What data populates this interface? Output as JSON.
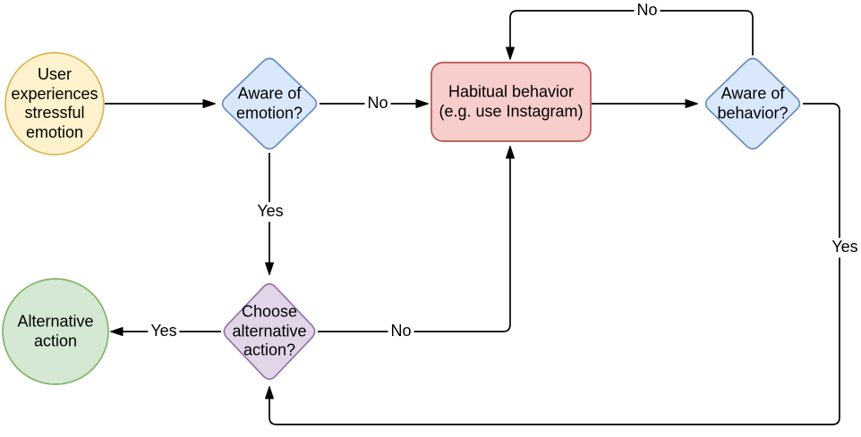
{
  "diagram": {
    "background": "#FFFFFF",
    "edge_color": "#000000",
    "nodes": [
      {
        "id": "stressful-emotion",
        "shape": "ellipse",
        "label": "User experiences stressful emotion",
        "fill": "#FFF2CC",
        "stroke": "#D6B656"
      },
      {
        "id": "aware-of-emotion",
        "shape": "diamond",
        "label": "Aware of emotion?",
        "fill": "#DAE8FC",
        "stroke": "#6C8EBF"
      },
      {
        "id": "habitual-behavior",
        "shape": "rounded-rectangle",
        "label": "Habitual behavior (e.g. use Instagram)",
        "fill": "#F8CECC",
        "stroke": "#B85450"
      },
      {
        "id": "aware-of-behavior",
        "shape": "diamond",
        "label": "Aware of behavior?",
        "fill": "#DAE8FC",
        "stroke": "#6C8EBF"
      },
      {
        "id": "choose-alternative",
        "shape": "diamond",
        "label": "Choose alternative action?",
        "fill": "#E1D5E7",
        "stroke": "#9673A6"
      },
      {
        "id": "alternative-action",
        "shape": "ellipse",
        "label": "Alternative action",
        "fill": "#D5E8D4",
        "stroke": "#82B366"
      }
    ],
    "edges": [
      {
        "from": "stressful-emotion",
        "to": "aware-of-emotion",
        "label": ""
      },
      {
        "from": "aware-of-emotion",
        "to": "habitual-behavior",
        "label": "No"
      },
      {
        "from": "aware-of-emotion",
        "to": "choose-alternative",
        "label": "Yes"
      },
      {
        "from": "habitual-behavior",
        "to": "aware-of-behavior",
        "label": ""
      },
      {
        "from": "aware-of-behavior",
        "to": "habitual-behavior",
        "label": "No"
      },
      {
        "from": "aware-of-behavior",
        "to": "choose-alternative",
        "label": "Yes"
      },
      {
        "from": "choose-alternative",
        "to": "alternative-action",
        "label": "Yes"
      },
      {
        "from": "choose-alternative",
        "to": "habitual-behavior",
        "label": "No"
      }
    ]
  }
}
